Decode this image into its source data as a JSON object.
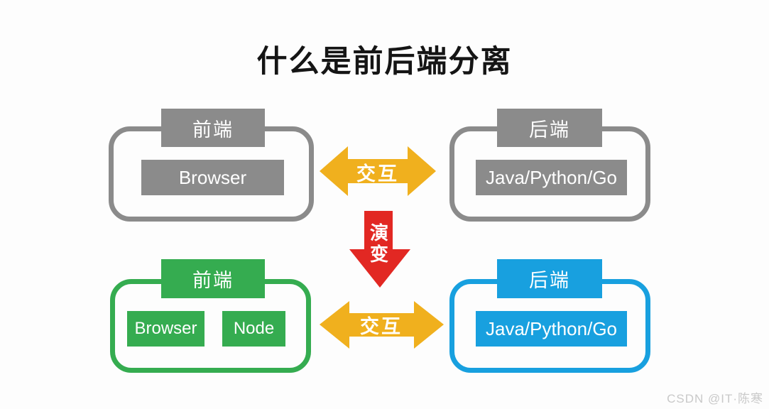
{
  "title": "什么是前后端分离",
  "watermark": "CSDN @IT·陈寒",
  "colors": {
    "gray": "#8b8b8b",
    "green": "#35ac50",
    "blue": "#18a0df",
    "yellow": "#f0b01e",
    "red": "#e22823"
  },
  "evolution_label": "演变",
  "top": {
    "interaction_label": "交互",
    "frontend": {
      "tab": "前端",
      "items": [
        "Browser"
      ]
    },
    "backend": {
      "tab": "后端",
      "items": [
        "Java/Python/Go"
      ]
    }
  },
  "bottom": {
    "interaction_label": "交互",
    "frontend": {
      "tab": "前端",
      "items": [
        "Browser",
        "Node"
      ]
    },
    "backend": {
      "tab": "后端",
      "items": [
        "Java/Python/Go"
      ]
    }
  }
}
